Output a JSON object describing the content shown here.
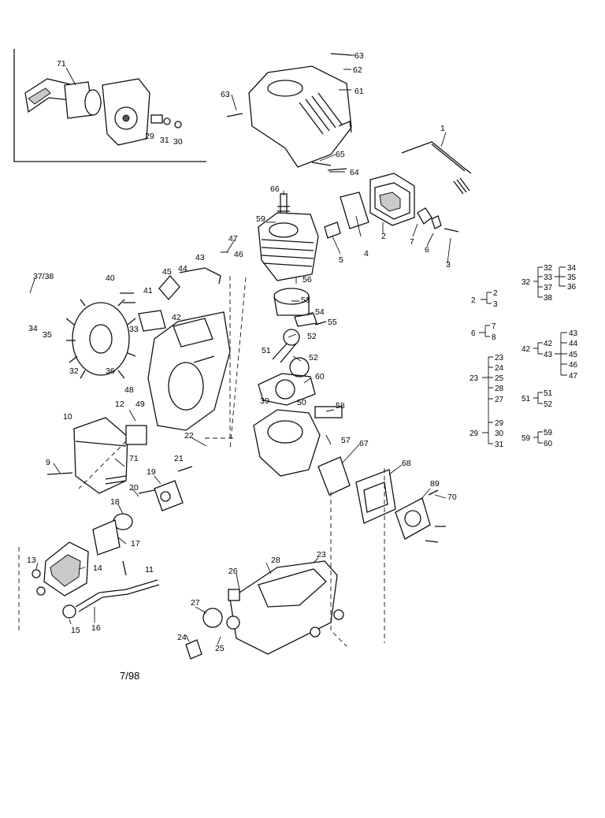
{
  "date_code": "7/98",
  "callouts": [
    {
      "label": "71"
    },
    {
      "label": "29"
    },
    {
      "label": "31"
    },
    {
      "label": "30"
    },
    {
      "label": "63"
    },
    {
      "label": "62"
    },
    {
      "label": "61"
    },
    {
      "label": "63"
    },
    {
      "label": "1"
    },
    {
      "label": "65"
    },
    {
      "label": "64"
    },
    {
      "label": "66"
    },
    {
      "label": "59"
    },
    {
      "label": "47"
    },
    {
      "label": "46"
    },
    {
      "label": "43"
    },
    {
      "label": "5"
    },
    {
      "label": "4"
    },
    {
      "label": "2"
    },
    {
      "label": "7"
    },
    {
      "label": "6"
    },
    {
      "label": "3"
    },
    {
      "label": "37/38"
    },
    {
      "label": "40"
    },
    {
      "label": "45"
    },
    {
      "label": "44"
    },
    {
      "label": "41"
    },
    {
      "label": "56"
    },
    {
      "label": "53"
    },
    {
      "label": "54"
    },
    {
      "label": "55"
    },
    {
      "label": "42"
    },
    {
      "label": "34"
    },
    {
      "label": "35"
    },
    {
      "label": "33"
    },
    {
      "label": "52"
    },
    {
      "label": "51"
    },
    {
      "label": "52"
    },
    {
      "label": "60"
    },
    {
      "label": "32"
    },
    {
      "label": "36"
    },
    {
      "label": "48"
    },
    {
      "label": "39"
    },
    {
      "label": "50"
    },
    {
      "label": "58"
    },
    {
      "label": "49"
    },
    {
      "label": "10"
    },
    {
      "label": "12"
    },
    {
      "label": "22"
    },
    {
      "label": "57"
    },
    {
      "label": "67"
    },
    {
      "label": "9"
    },
    {
      "label": "71"
    },
    {
      "label": "21"
    },
    {
      "label": "68"
    },
    {
      "label": "19"
    },
    {
      "label": "20"
    },
    {
      "label": "89"
    },
    {
      "label": "70"
    },
    {
      "label": "18"
    },
    {
      "label": "17"
    },
    {
      "label": "13"
    },
    {
      "label": "14"
    },
    {
      "label": "11"
    },
    {
      "label": "23"
    },
    {
      "label": "28"
    },
    {
      "label": "26"
    },
    {
      "label": "27"
    },
    {
      "label": "15"
    },
    {
      "label": "16"
    },
    {
      "label": "24"
    },
    {
      "label": "25"
    }
  ],
  "kit_groups": [
    {
      "parent": "2",
      "children": [
        "2",
        "3"
      ]
    },
    {
      "parent": "6",
      "children": [
        "7",
        "8"
      ]
    },
    {
      "parent": "23",
      "children": [
        "23",
        "24",
        "25",
        "28",
        "27"
      ]
    },
    {
      "parent": "29",
      "children": [
        "29",
        "30",
        "31"
      ]
    },
    {
      "parent": "32",
      "children": [
        "32",
        "33",
        "37",
        "38"
      ],
      "sub": {
        "parent": "33",
        "children": [
          "34",
          "35",
          "36"
        ]
      }
    },
    {
      "parent": "42",
      "children": [
        "42",
        "43"
      ],
      "sub": {
        "parent": "43",
        "children": [
          "43",
          "44",
          "45",
          "46",
          "47"
        ]
      }
    },
    {
      "parent": "51",
      "children": [
        "51",
        "52"
      ]
    },
    {
      "parent": "59",
      "children": [
        "59",
        "60"
      ]
    }
  ]
}
